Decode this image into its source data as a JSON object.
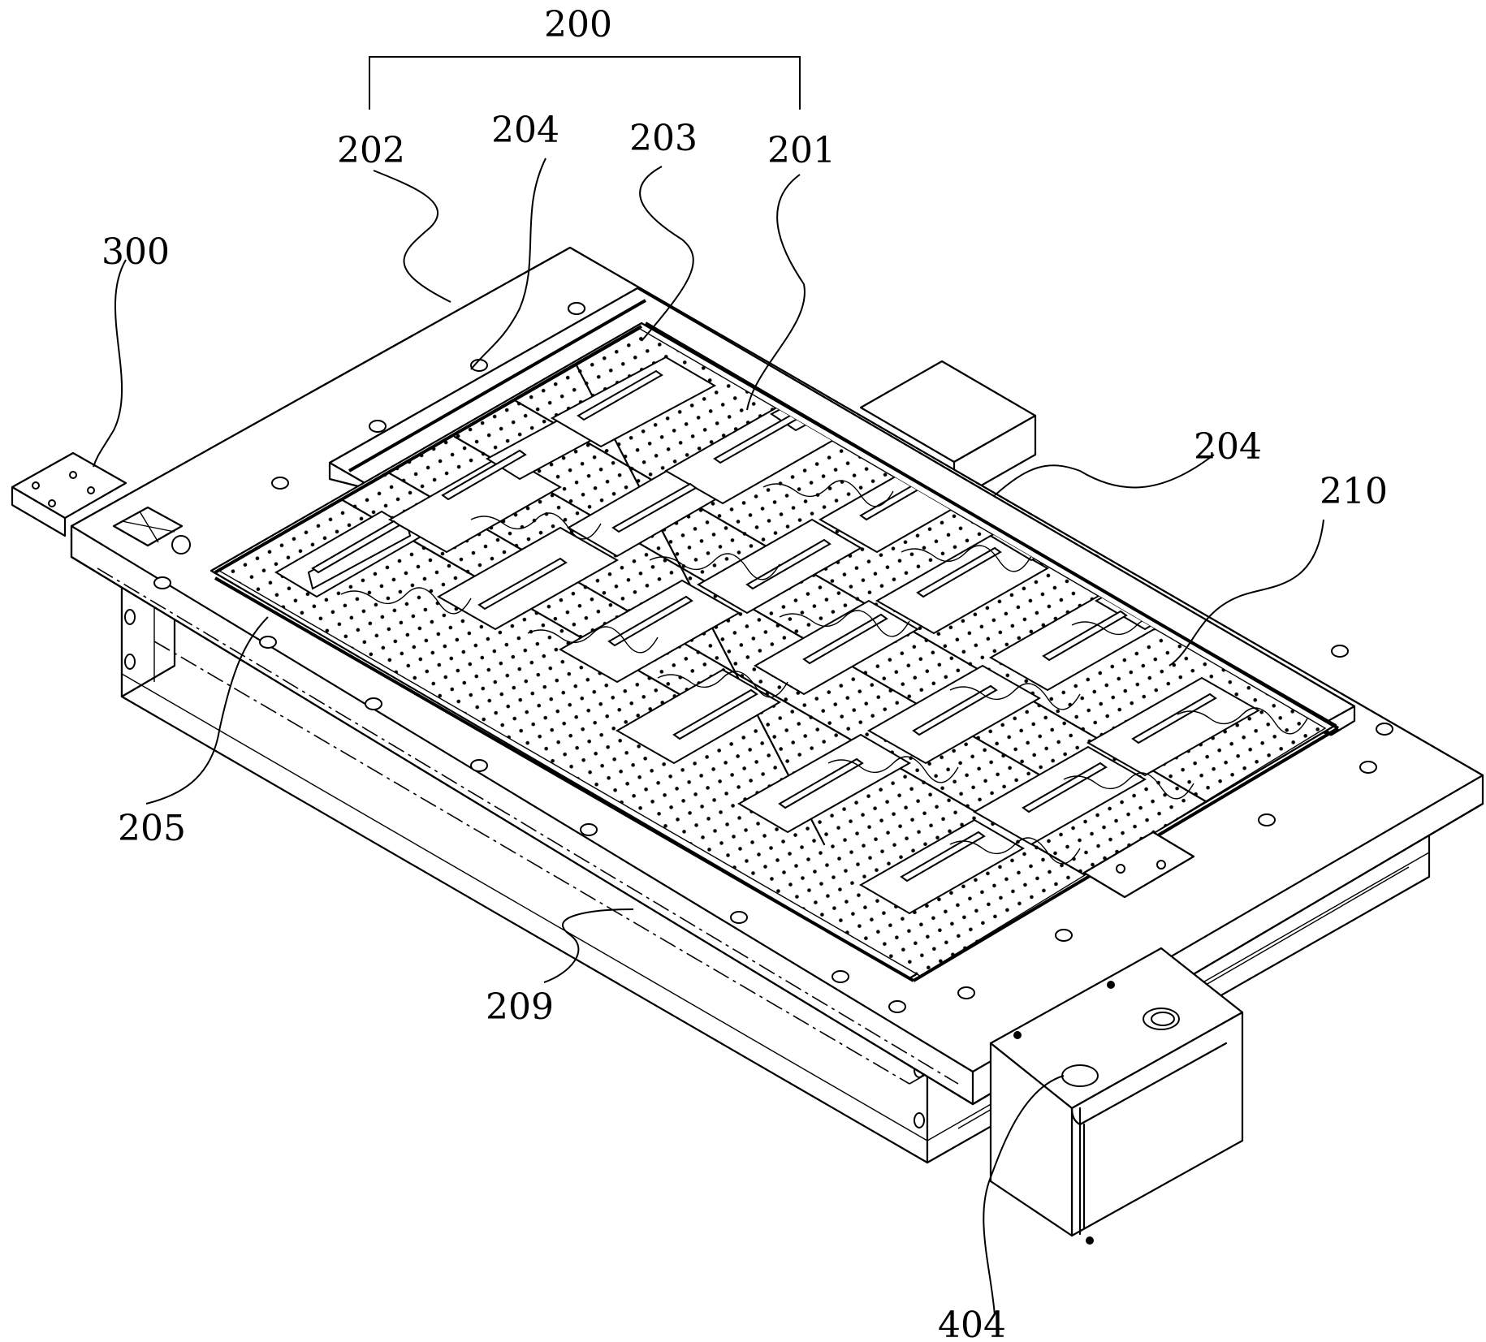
{
  "figure": {
    "labels": {
      "assembly": "200",
      "l202": "202",
      "l204_top": "204",
      "l203": "203",
      "l201": "201",
      "l300": "300",
      "l204_right": "204",
      "l210": "210",
      "l205": "205",
      "l209": "209",
      "l404": "404"
    }
  }
}
